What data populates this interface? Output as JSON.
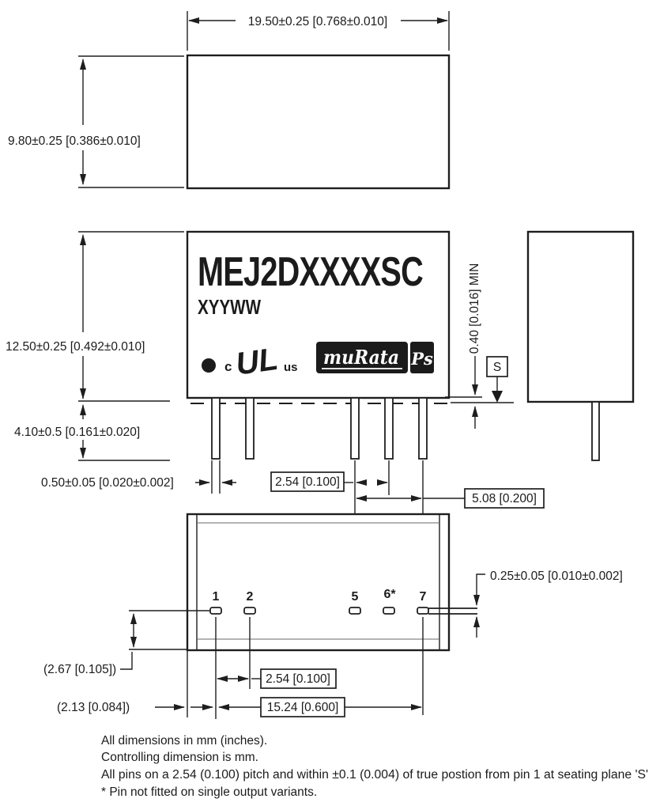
{
  "drawing": {
    "product_code": "MEJ2DXXXXSC",
    "date_code": "XYYWW",
    "dimensions": {
      "body_width": "19.50±0.25 [0.768±0.010]",
      "body_depth": "9.80±0.25 [0.386±0.010]",
      "body_height": "12.50±0.25 [0.492±0.010]",
      "pin_length": "4.10±0.5 [0.161±0.020]",
      "pin_width": "0.50±0.05 [0.020±0.002]",
      "pin_pitch": "2.54 [0.100]",
      "pin_spacing_5_7": "5.08 [0.200]",
      "standoff_min": "0.40 [0.016] MIN",
      "seating_plane_label": "S",
      "pin_thickness": "0.25±0.05 [0.010±0.002]",
      "pin_row_inset": "(2.67 [0.105])",
      "bottom_pin_pitch": "2.54 [0.100]",
      "pin1_edge_offset": "(2.13 [0.084])",
      "pin_span_1_7": "15.24 [0.600]"
    },
    "pin_labels": [
      "1",
      "2",
      "5",
      "6*",
      "7"
    ],
    "logos": {
      "ul_c": "c",
      "ul_mark": "UL",
      "ul_us": "us",
      "murata": "muRata",
      "ps": "Ps"
    },
    "notes": [
      "All dimensions in mm (inches).",
      "Controlling dimension is mm.",
      "All pins on a 2.54 (0.100) pitch and within ±0.1 (0.004) of true postion from pin 1 at seating plane 'S'",
      "* Pin not fitted on single output variants."
    ]
  }
}
